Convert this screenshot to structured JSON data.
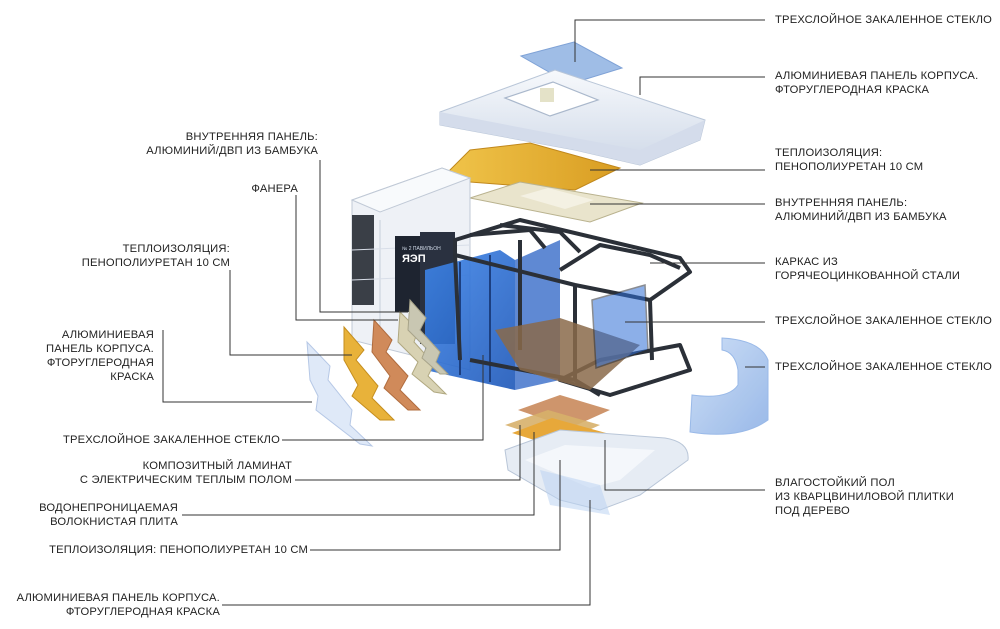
{
  "labels_right": {
    "glass_top": [
      "ТРЕХСЛОЙНОЕ ЗАКАЛЕННОЕ СТЕКЛО"
    ],
    "alu_panel_top": [
      "АЛЮМИНИЕВАЯ ПАНЕЛЬ КОРПУСА.",
      "ФТОРУГЛЕРОДНАЯ КРАСКА"
    ],
    "insulation_top": [
      "ТЕПЛОИЗОЛЯЦИЯ:",
      "ПЕНОПОЛИУРЕТАН 10 СМ"
    ],
    "inner_panel_top": [
      "ВНУТРЕННЯЯ ПАНЕЛЬ:",
      "АЛЮМИНИЙ/ДВП ИЗ БАМБУКА"
    ],
    "frame": [
      "КАРКАС ИЗ",
      "ГОРЯЧЕОЦИНКОВАННОЙ СТАЛИ"
    ],
    "glass_mid": [
      "ТРЕХСЛОЙНОЕ ЗАКАЛЕННОЕ СТЕКЛО"
    ],
    "glass_end": [
      "ТРЕХСЛОЙНОЕ ЗАКАЛЕННОЕ СТЕКЛО"
    ],
    "floor": [
      "ВЛАГОСТОЙКИЙ ПОЛ",
      "ИЗ КВАРЦВИНИЛОВОЙ ПЛИТКИ",
      "ПОД ДЕРЕВО"
    ]
  },
  "labels_left": {
    "inner_panel_side": [
      "ВНУТРЕННЯЯ ПАНЕЛЬ:",
      "АЛЮМИНИЙ/ДВП ИЗ БАМБУКА"
    ],
    "plywood": [
      "ФАНЕРА"
    ],
    "insulation_side": [
      "ТЕПЛОИЗОЛЯЦИЯ:",
      "ПЕНОПОЛИУРЕТАН 10 СМ"
    ],
    "alu_panel_side": [
      "АЛЮМИНИЕВАЯ",
      "ПАНЕЛЬ КОРПУСА.",
      "ФТОРУГЛЕРОДНАЯ",
      "КРАСКА"
    ],
    "glass_side": [
      "ТРЕХСЛОЙНОЕ ЗАКАЛЕННОЕ СТЕКЛО"
    ],
    "laminate": [
      "КОМПОЗИТНЫЙ ЛАМИНАТ",
      "С ЭЛЕКТРИЧЕСКИМ ТЕПЛЫМ ПОЛОМ"
    ],
    "fiberboard": [
      "ВОДОНЕПРОНИЦАЕМАЯ",
      "ВОЛОКНИСТАЯ ПЛИТА"
    ],
    "insulation_floor": [
      "ТЕПЛОИЗОЛЯЦИЯ: ПЕНОПОЛИУРЕТАН 10 СМ"
    ],
    "alu_panel_bottom": [
      "АЛЮМИНИЕВАЯ ПАНЕЛЬ КОРПУСА.",
      "ФТОРУГЛЕРОДНАЯ КРАСКА"
    ]
  },
  "kiosk_sign": [
    "№ 2 ПАВИЛЬОН",
    "ЯЭП"
  ],
  "colors": {
    "leader": "#333333",
    "glass": "#a9c5ec",
    "shell": "#e9eef6",
    "insulation": "#e7b43a",
    "copper": "#c98a5c",
    "beige": "#d8d2b3",
    "frame": "#2b3038",
    "blue_wall": "#2f6fd6",
    "wood_floor": "#8a6a4a"
  }
}
